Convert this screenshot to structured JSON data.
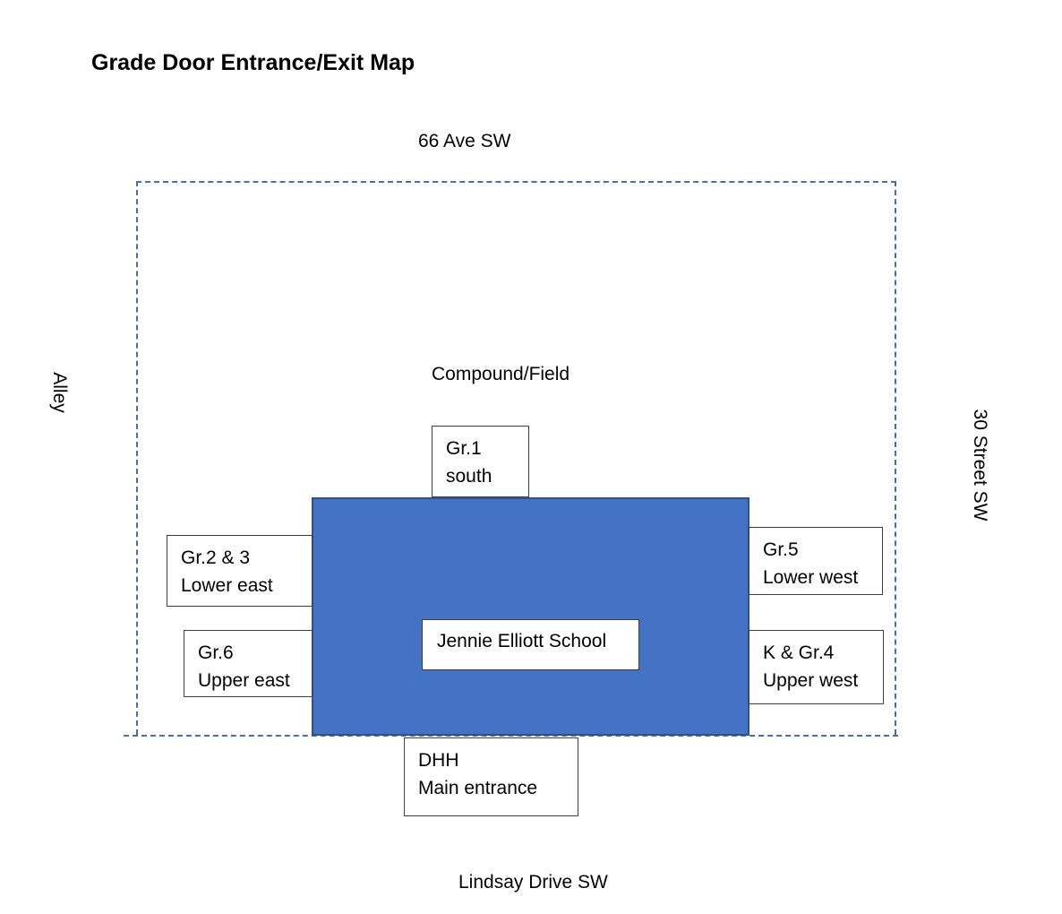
{
  "title": "Grade Door Entrance/Exit Map",
  "streets": {
    "north": "66 Ave SW",
    "south": "Lindsay Drive SW",
    "west": "Alley",
    "east": "30 Street SW"
  },
  "compound_label": "Compound/Field",
  "school_name": "Jennie Elliott School",
  "doors": {
    "gr1": {
      "line1": "Gr.1",
      "line2": "south"
    },
    "gr2_3": {
      "line1": "Gr.2 & 3",
      "line2": "Lower east"
    },
    "gr6": {
      "line1": "Gr.6",
      "line2": "Upper east"
    },
    "gr5": {
      "line1": "Gr.5",
      "line2": "Lower west"
    },
    "k_gr4": {
      "line1": "K & Gr.4",
      "line2": "Upper west"
    },
    "dhh": {
      "line1": "DHH",
      "line2": "Main entrance"
    }
  },
  "colors": {
    "building_fill": "#4472c4",
    "building_border": "#2f528f",
    "property_line": "#4a6fa5"
  }
}
